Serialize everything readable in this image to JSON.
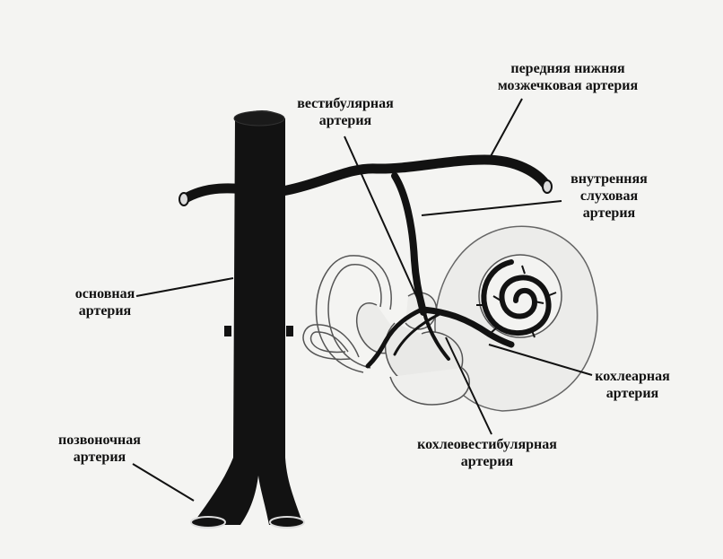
{
  "labels": {
    "aica": {
      "line1": "передняя нижняя",
      "line2": "мозжечковая артерия"
    },
    "vestibular": {
      "line1": "вестибулярная",
      "line2": "артерия"
    },
    "internal_auditory": {
      "line1": "внутренняя",
      "line2": "слуховая",
      "line3": "артерия"
    },
    "basilar": {
      "line1": "основная",
      "line2": "артерия"
    },
    "cochlear": {
      "line1": "кохлеарная",
      "line2": "артерия"
    },
    "cochleovestibular": {
      "line1": "кохлеовестибулярная",
      "line2": "артерия"
    },
    "vertebral": {
      "line1": "позвоночная",
      "line2": "артерия"
    }
  },
  "colors": {
    "background": "#f4f4f2",
    "vessel": "#121212",
    "outline": "#555555",
    "cochlea_fill": "#ececea"
  }
}
